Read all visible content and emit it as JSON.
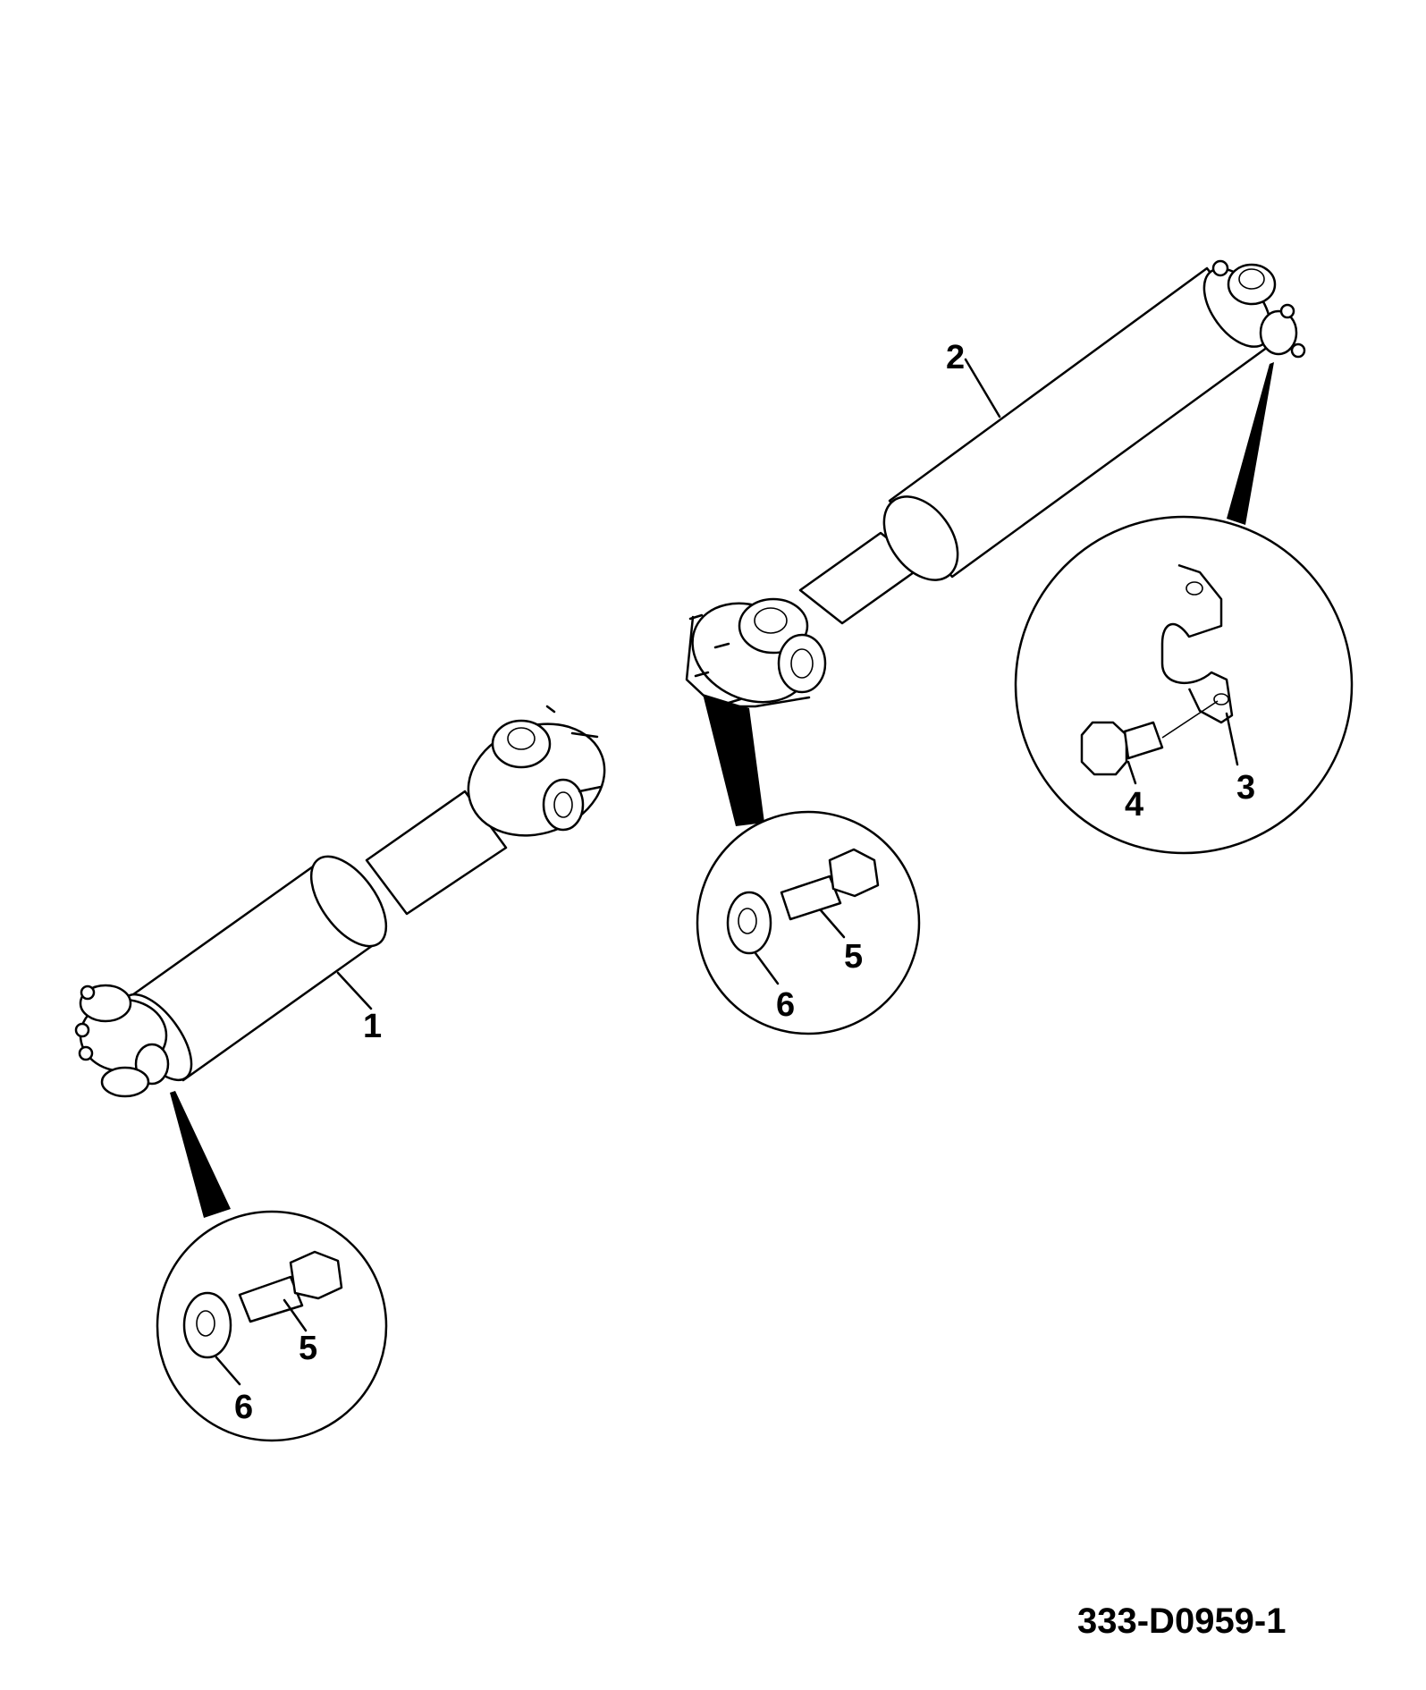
{
  "figure_id": "333-D0959-1",
  "callouts": {
    "shaft_front": "1",
    "shaft_rear": "2",
    "clamp": "3",
    "clamp_bolt": "4",
    "bolt_rear": "5",
    "washer_rear": "6",
    "bolt_front": "5",
    "washer_front": "6"
  }
}
